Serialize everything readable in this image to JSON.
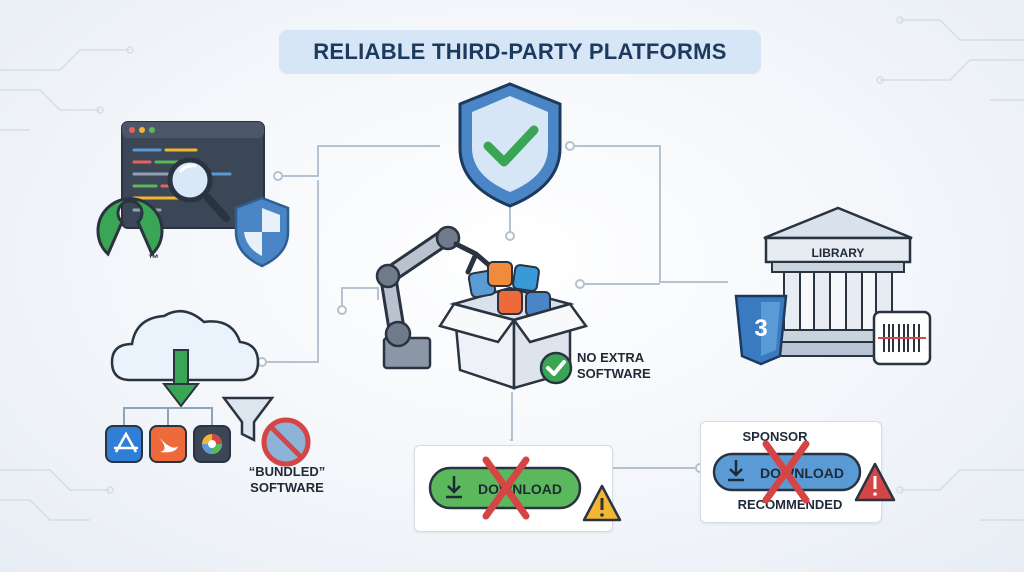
{
  "title": "RELIABLE THIRD-PARTY PLATFORMS",
  "labels": {
    "tm": "™",
    "library": "LIBRARY",
    "no_extra_line1": "NO EXTRA",
    "no_extra_line2": "SOFTWARE",
    "bundled_line1": "“BUNDLED”",
    "bundled_line2": "SOFTWARE",
    "download_green": "DOWNLOAD",
    "sponsor": "SPONSOR",
    "download_blue": "DOWNLOAD",
    "recommended": "RECOMMENDED",
    "css_version": "3"
  },
  "colors": {
    "title_bg": "#d7e6f6",
    "shield": "#4a86c5",
    "check": "#3aa655",
    "warning": "#f2b632",
    "cross": "#d64545",
    "download_green": "#5cb85c",
    "download_blue": "#5b9bd5",
    "connector": "#b5c2d0"
  },
  "icons": [
    "code-window-icon",
    "magnifier-icon",
    "small-shield-icon",
    "open-source-logo-icon",
    "shield-check-icon",
    "robot-arm-icon",
    "app-box-icon",
    "check-badge-icon",
    "library-building-icon",
    "css3-icon",
    "barcode-card-icon",
    "cloud-download-icon",
    "app-store-icon",
    "swift-icon",
    "colorful-app-icon",
    "funnel-icon",
    "no-bundle-icon",
    "warning-icon",
    "download-arrow-icon",
    "red-x-icon"
  ]
}
